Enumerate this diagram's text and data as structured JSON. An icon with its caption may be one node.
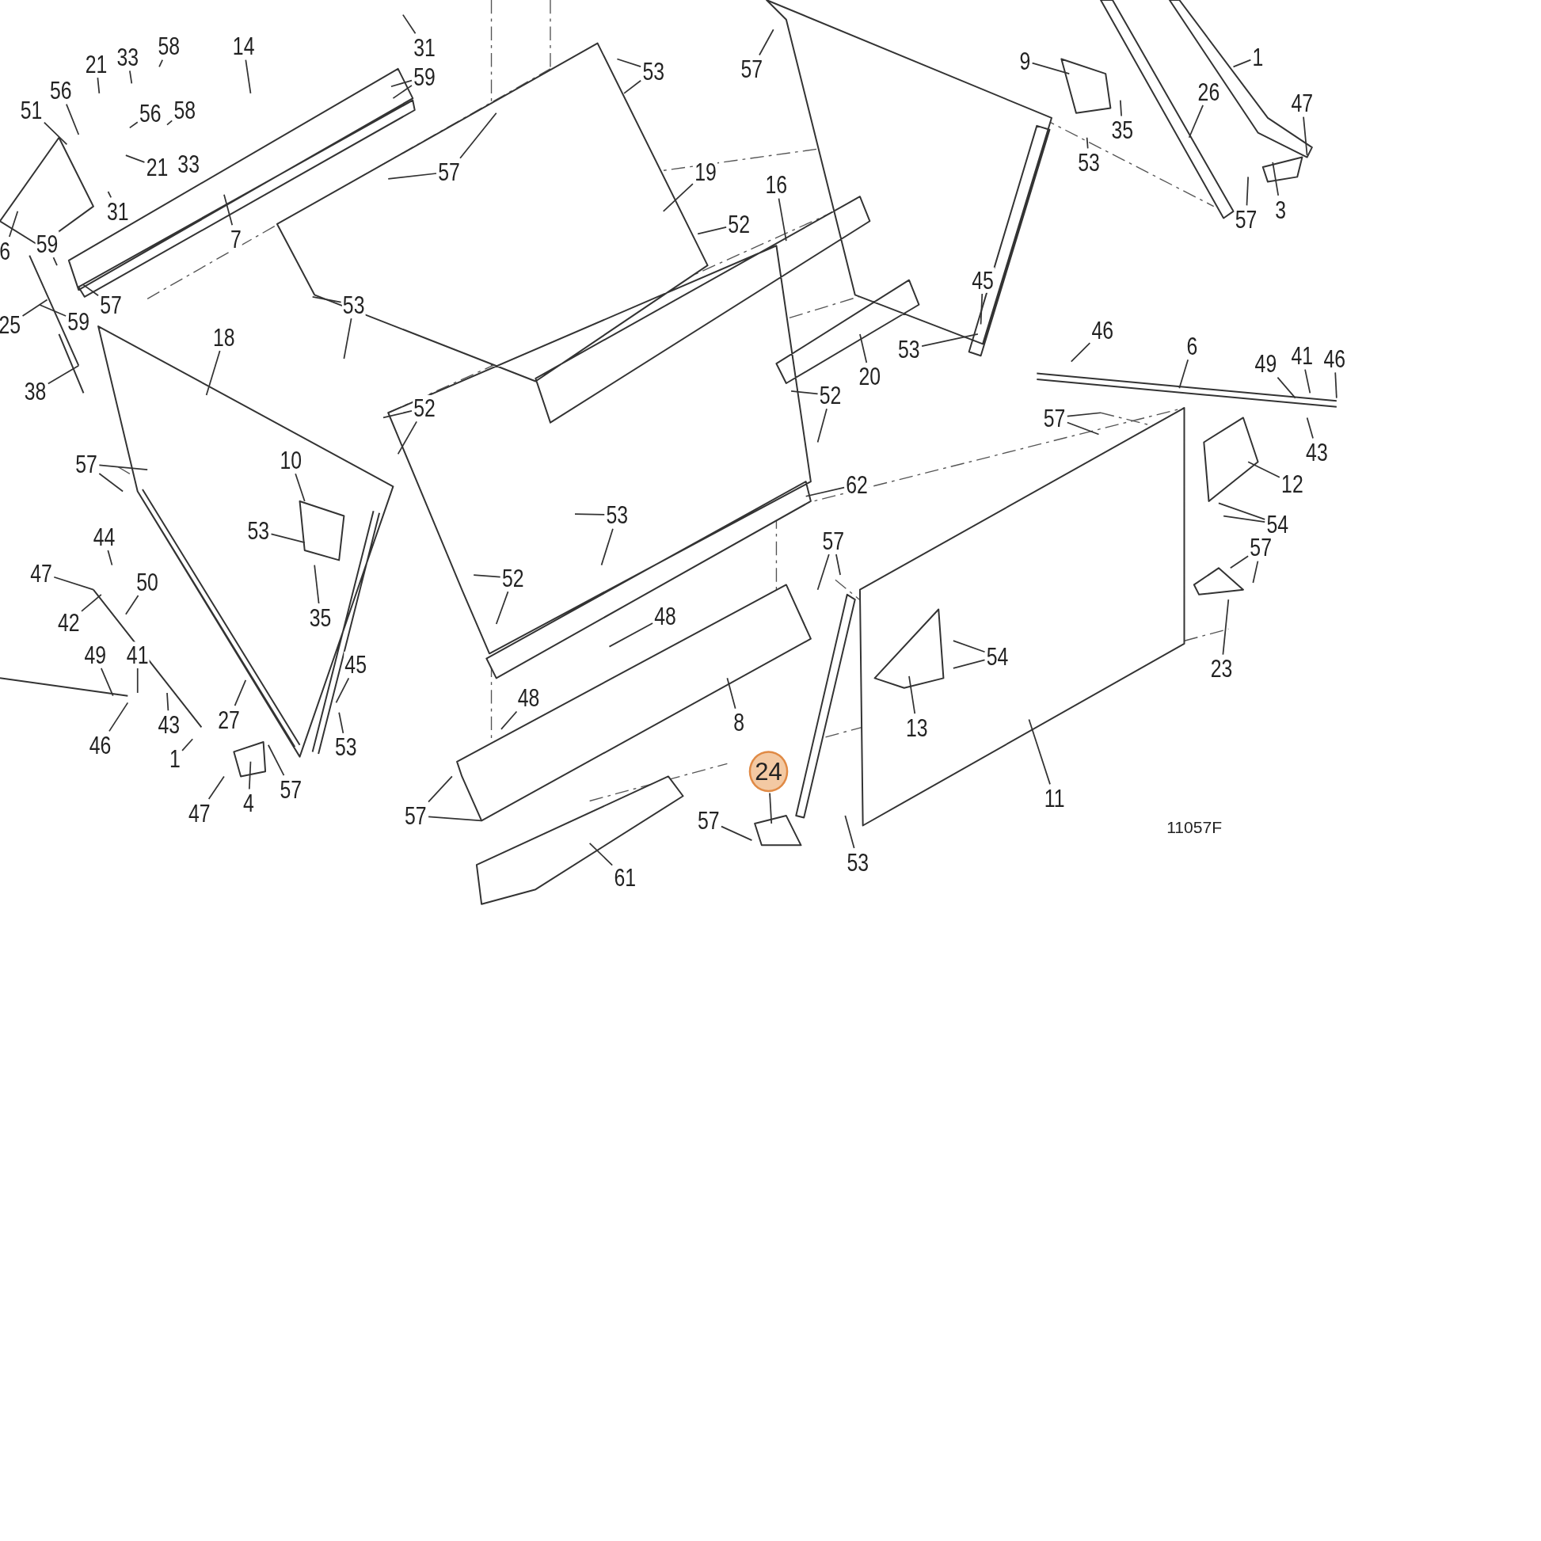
{
  "diagram": {
    "nodes": [
      {
        "text": [
          "14"
        ]
      },
      {
        "text": [
          "21"
        ]
      },
      {
        "text": [
          "33"
        ]
      },
      {
        "text": [
          "58"
        ]
      },
      {
        "text": [
          "56"
        ]
      },
      {
        "text": [
          "51"
        ]
      },
      {
        "text": [
          "56"
        ]
      },
      {
        "text": [
          "58"
        ]
      },
      {
        "text": [
          "21"
        ]
      },
      {
        "text": [
          "31"
        ]
      },
      {
        "text": [
          "59"
        ]
      },
      {
        "text": [
          "31"
        ]
      },
      {
        "text": [
          "7"
        ]
      },
      {
        "text": [
          "57"
        ]
      },
      {
        "text": [
          "6"
        ]
      },
      {
        "text": [
          "59"
        ]
      },
      {
        "text": [
          "57"
        ]
      },
      {
        "text": [
          "25"
        ]
      },
      {
        "text": [
          "59"
        ]
      },
      {
        "text": [
          "38"
        ]
      },
      {
        "text": [
          "18"
        ]
      },
      {
        "text": [
          "53"
        ]
      },
      {
        "text": [
          "53"
        ]
      },
      {
        "text": [
          "19"
        ]
      },
      {
        "text": [
          "52"
        ]
      },
      {
        "text": [
          "16"
        ]
      },
      {
        "text": [
          "57"
        ]
      },
      {
        "text": [
          "9"
        ]
      },
      {
        "text": [
          "35"
        ]
      },
      {
        "text": [
          "53"
        ]
      },
      {
        "text": [
          "1"
        ]
      },
      {
        "text": [
          "26"
        ]
      },
      {
        "text": [
          "47"
        ]
      },
      {
        "text": [
          "57"
        ]
      },
      {
        "text": [
          "3"
        ]
      },
      {
        "text": [
          "45"
        ]
      },
      {
        "text": [
          "53"
        ]
      },
      {
        "text": [
          "20"
        ]
      },
      {
        "text": [
          "52"
        ]
      },
      {
        "text": [
          "52"
        ]
      },
      {
        "text": [
          "46"
        ]
      },
      {
        "text": [
          "6"
        ]
      },
      {
        "text": [
          "49"
        ]
      },
      {
        "text": [
          "41"
        ]
      },
      {
        "text": [
          "46"
        ]
      },
      {
        "text": [
          "57"
        ]
      },
      {
        "text": [
          "43"
        ]
      },
      {
        "text": [
          "12"
        ]
      },
      {
        "text": [
          "54"
        ]
      },
      {
        "text": [
          "57"
        ]
      },
      {
        "text": [
          "23"
        ]
      },
      {
        "text": [
          "10"
        ]
      },
      {
        "text": [
          "57"
        ]
      },
      {
        "text": [
          "53"
        ]
      },
      {
        "text": [
          "35"
        ]
      },
      {
        "text": [
          "62"
        ]
      },
      {
        "text": [
          "53"
        ]
      },
      {
        "text": [
          "52"
        ]
      },
      {
        "text": [
          "57"
        ]
      },
      {
        "text": [
          "44"
        ]
      },
      {
        "text": [
          "47"
        ]
      },
      {
        "text": [
          "50"
        ]
      },
      {
        "text": [
          "42"
        ]
      },
      {
        "text": [
          "48"
        ]
      },
      {
        "text": [
          "54"
        ]
      },
      {
        "text": [
          "13"
        ]
      },
      {
        "text": [
          "49"
        ]
      },
      {
        "text": [
          "41"
        ]
      },
      {
        "text": [
          "45"
        ]
      },
      {
        "text": [
          "43"
        ]
      },
      {
        "text": [
          "46"
        ]
      },
      {
        "text": [
          "27"
        ]
      },
      {
        "text": [
          "53"
        ]
      },
      {
        "text": [
          "1"
        ]
      },
      {
        "text": [
          "48"
        ]
      },
      {
        "text": [
          "8"
        ]
      },
      {
        "text": [
          "11"
        ]
      },
      {
        "text": [
          "57"
        ]
      },
      {
        "text": [
          "47"
        ]
      },
      {
        "text": [
          "4"
        ]
      },
      {
        "text": [
          "57"
        ]
      },
      {
        "text": [
          "24"
        ]
      },
      {
        "text": [
          "57"
        ]
      },
      {
        "text": [
          "53"
        ]
      },
      {
        "text": [
          "61"
        ]
      }
    ],
    "edges": [
      {
        "from": 0,
        "to": null,
        "arrow": "none"
      },
      {
        "from": 1,
        "to": null,
        "arrow": "none"
      },
      {
        "from": 2,
        "to": null,
        "arrow": "none"
      },
      {
        "from": 3,
        "to": null,
        "arrow": "none"
      },
      {
        "from": 4,
        "to": null,
        "arrow": "none"
      },
      {
        "from": 5,
        "to": null,
        "arrow": "none"
      },
      {
        "from": 6,
        "to": null,
        "arrow": "none"
      },
      {
        "from": 7,
        "to": null,
        "arrow": "none"
      },
      {
        "from": 8,
        "to": null,
        "arrow": "none"
      },
      {
        "from": 9,
        "to": null,
        "arrow": "none"
      },
      {
        "from": 10,
        "to": null,
        "arrow": "none"
      },
      {
        "from": 10,
        "to": null,
        "arrow": "none"
      },
      {
        "from": 11,
        "to": null,
        "arrow": "none"
      },
      {
        "from": 12,
        "to": null,
        "arrow": "none"
      },
      {
        "from": 13,
        "to": null,
        "arrow": "none"
      },
      {
        "from": 13,
        "to": null,
        "arrow": "none"
      },
      {
        "from": 14,
        "to": null,
        "arrow": "none"
      },
      {
        "from": 15,
        "to": null,
        "arrow": "none"
      },
      {
        "from": 16,
        "to": null,
        "arrow": "none"
      },
      {
        "from": 17,
        "to": null,
        "arrow": "none"
      },
      {
        "from": 18,
        "to": null,
        "arrow": "none"
      },
      {
        "from": 19,
        "to": null,
        "arrow": "none"
      },
      {
        "from": 20,
        "to": null,
        "arrow": "none"
      },
      {
        "from": 21,
        "to": null,
        "arrow": "none"
      },
      {
        "from": 21,
        "to": null,
        "arrow": "none"
      },
      {
        "from": 22,
        "to": null,
        "arrow": "none"
      },
      {
        "from": 22,
        "to": null,
        "arrow": "none"
      },
      {
        "from": 23,
        "to": null,
        "arrow": "none"
      },
      {
        "from": 24,
        "to": null,
        "arrow": "none"
      },
      {
        "from": 25,
        "to": null,
        "arrow": "none"
      },
      {
        "from": 26,
        "to": null,
        "arrow": "none"
      },
      {
        "from": 27,
        "to": null,
        "arrow": "none"
      },
      {
        "from": 28,
        "to": null,
        "arrow": "none"
      },
      {
        "from": 29,
        "to": null,
        "arrow": "none"
      },
      {
        "from": 30,
        "to": null,
        "arrow": "none"
      },
      {
        "from": 31,
        "to": null,
        "arrow": "none"
      },
      {
        "from": 32,
        "to": null,
        "arrow": "none"
      },
      {
        "from": 33,
        "to": null,
        "arrow": "none"
      },
      {
        "from": 34,
        "to": null,
        "arrow": "none"
      },
      {
        "from": 35,
        "to": null,
        "arrow": "none"
      },
      {
        "from": 36,
        "to": null,
        "arrow": "none"
      },
      {
        "from": 37,
        "to": null,
        "arrow": "none"
      },
      {
        "from": 38,
        "to": null,
        "arrow": "none"
      },
      {
        "from": 38,
        "to": null,
        "arrow": "none"
      },
      {
        "from": 39,
        "to": null,
        "arrow": "none"
      },
      {
        "from": 39,
        "to": null,
        "arrow": "none"
      },
      {
        "from": 40,
        "to": null,
        "arrow": "none"
      },
      {
        "from": 41,
        "to": null,
        "arrow": "none"
      },
      {
        "from": 42,
        "to": null,
        "arrow": "none"
      },
      {
        "from": 43,
        "to": null,
        "arrow": "none"
      },
      {
        "from": 44,
        "to": null,
        "arrow": "none"
      },
      {
        "from": 45,
        "to": null,
        "arrow": "none"
      },
      {
        "from": 45,
        "to": null,
        "arrow": "none"
      },
      {
        "from": 46,
        "to": null,
        "arrow": "none"
      },
      {
        "from": 47,
        "to": null,
        "arrow": "none"
      },
      {
        "from": 48,
        "to": null,
        "arrow": "none"
      },
      {
        "from": 48,
        "to": null,
        "arrow": "none"
      },
      {
        "from": 49,
        "to": null,
        "arrow": "none"
      },
      {
        "from": 49,
        "to": null,
        "arrow": "none"
      },
      {
        "from": 50,
        "to": null,
        "arrow": "none"
      },
      {
        "from": 51,
        "to": null,
        "arrow": "none"
      },
      {
        "from": 52,
        "to": null,
        "arrow": "none"
      },
      {
        "from": 52,
        "to": null,
        "arrow": "none"
      },
      {
        "from": 53,
        "to": null,
        "arrow": "none"
      },
      {
        "from": 54,
        "to": null,
        "arrow": "none"
      },
      {
        "from": 55,
        "to": null,
        "arrow": "none"
      },
      {
        "from": 56,
        "to": null,
        "arrow": "none"
      },
      {
        "from": 56,
        "to": null,
        "arrow": "none"
      },
      {
        "from": 57,
        "to": null,
        "arrow": "none"
      },
      {
        "from": 57,
        "to": null,
        "arrow": "none"
      },
      {
        "from": 58,
        "to": null,
        "arrow": "none"
      },
      {
        "from": 58,
        "to": null,
        "arrow": "none"
      },
      {
        "from": 59,
        "to": null,
        "arrow": "none"
      },
      {
        "from": 60,
        "to": null,
        "arrow": "none"
      },
      {
        "from": 61,
        "to": null,
        "arrow": "none"
      },
      {
        "from": 62,
        "to": null,
        "arrow": "none"
      },
      {
        "from": 63,
        "to": null,
        "arrow": "none"
      },
      {
        "from": 64,
        "to": null,
        "arrow": "none"
      },
      {
        "from": 64,
        "to": null,
        "arrow": "none"
      },
      {
        "from": 65,
        "to": null,
        "arrow": "none"
      },
      {
        "from": 66,
        "to": null,
        "arrow": "none"
      },
      {
        "from": 67,
        "to": null,
        "arrow": "none"
      },
      {
        "from": 68,
        "to": null,
        "arrow": "none"
      },
      {
        "from": 69,
        "to": null,
        "arrow": "none"
      },
      {
        "from": 70,
        "to": null,
        "arrow": "none"
      },
      {
        "from": 71,
        "to": null,
        "arrow": "none"
      },
      {
        "from": 72,
        "to": null,
        "arrow": "none"
      },
      {
        "from": 73,
        "to": null,
        "arrow": "none"
      },
      {
        "from": 74,
        "to": null,
        "arrow": "none"
      },
      {
        "from": 75,
        "to": null,
        "arrow": "none"
      },
      {
        "from": 76,
        "to": null,
        "arrow": "none"
      },
      {
        "from": 77,
        "to": null,
        "arrow": "none"
      },
      {
        "from": 78,
        "to": null,
        "arrow": "none"
      },
      {
        "from": 79,
        "to": null,
        "arrow": "none"
      },
      {
        "from": 80,
        "to": null,
        "arrow": "none"
      },
      {
        "from": 80,
        "to": null,
        "arrow": "none"
      },
      {
        "from": 81,
        "to": null,
        "arrow": "none"
      },
      {
        "from": 82,
        "to": null,
        "arrow": "none"
      },
      {
        "from": 83,
        "to": null,
        "arrow": "none"
      },
      {
        "from": 84,
        "to": null,
        "arrow": "none"
      }
    ],
    "labels": [
      "33",
      "11057F"
    ]
  }
}
